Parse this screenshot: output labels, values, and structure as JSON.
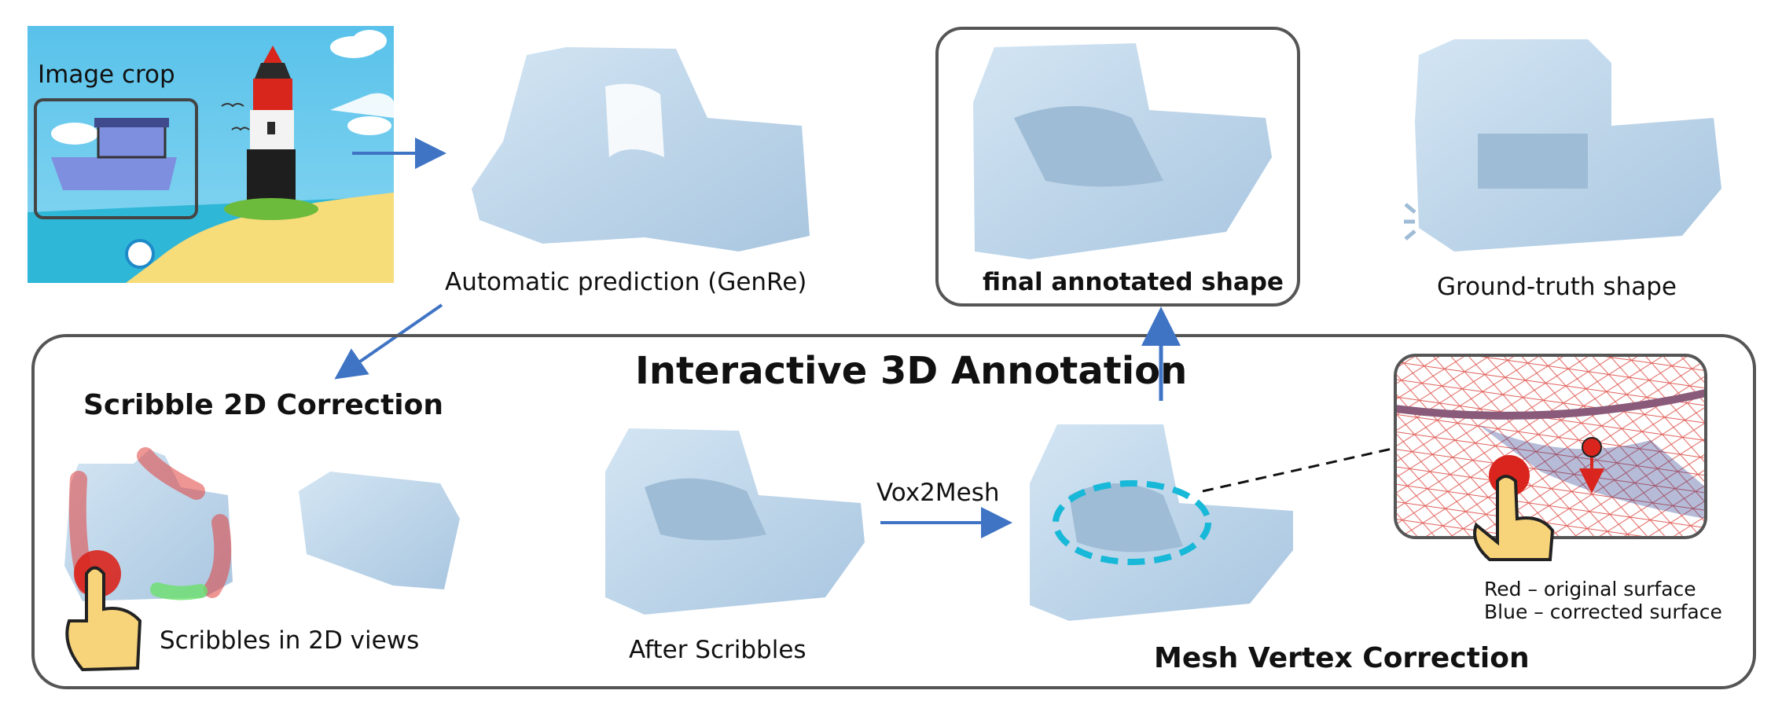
{
  "figure": {
    "image_crop_label": "Image crop",
    "auto_prediction_label": "Automatic prediction (GenRe)",
    "final_shape_label": "final annotated shape",
    "ground_truth_label": "Ground-truth shape",
    "panel_title": "Interactive 3D Annotation",
    "scribble_section_title": "Scribble 2D Correction",
    "scribbles_caption": "Scribbles in 2D views",
    "after_scribbles_caption": "After Scribbles",
    "vox2mesh_label": "Vox2Mesh",
    "mesh_section_title": "Mesh Vertex Correction",
    "legend_red": "Red – original surface",
    "legend_blue": "Blue – corrected surface"
  },
  "colors": {
    "arrow_blue": "#3f74c4",
    "shape_fill": "#c3d9ec",
    "shape_shadow": "#9fbcd6",
    "frame_gray": "#555555",
    "dashed_ellipse": "#18b8d8",
    "scribble_red": "#e0403c",
    "scribble_green": "#6be06b",
    "hand_skin": "#f7d37a",
    "touch_red": "#d9251d"
  }
}
